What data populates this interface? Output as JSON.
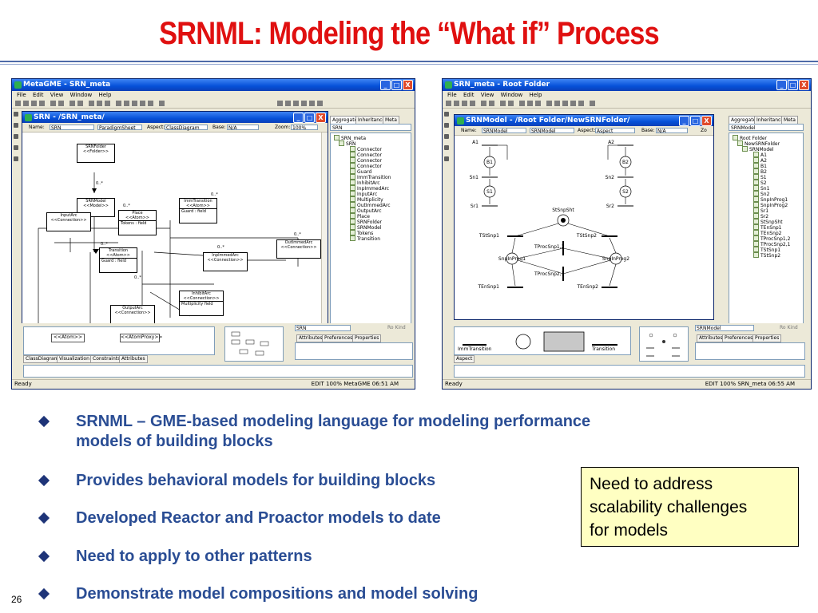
{
  "slide": {
    "title": "SRNML: Modeling the “What if” Process",
    "page_number": "26",
    "bullets": [
      "SRNML – GME-based modeling language for modeling performance",
      "models of building blocks",
      "Provides behavioral models for building blocks",
      "Developed Reactor and Proactor models to date",
      "Need to apply to other patterns",
      "Demonstrate model compositions and model solving"
    ],
    "callout_lines": [
      "Need to address",
      "scalability challenges",
      "for models"
    ]
  },
  "colors": {
    "title": "#e01010",
    "bullet_text": "#2a4d94",
    "callout_bg": "#ffffc2",
    "titlebar": "#0550d8"
  },
  "menu": [
    "File",
    "Edit",
    "View",
    "Window",
    "Help"
  ],
  "window_buttons": {
    "minimize": "_",
    "maximize": "□",
    "close": "X"
  },
  "left_window": {
    "title": "MetaGME - SRN_meta",
    "inner_title": "SRN - /SRN_meta/",
    "props": {
      "name_label": "Name:",
      "name_value": "SRN",
      "kind": "ParadigmSheet",
      "aspect_label": "Aspect:",
      "aspect_value": "ClassDiagram",
      "base_label": "Base:",
      "base_value": "N/A",
      "zoom_label": "Zoom:",
      "zoom_value": "100%"
    },
    "tabs": [
      "Aggregate",
      "Inheritance",
      "Meta"
    ],
    "combo": "SRN",
    "tree_root": "SRN_meta",
    "tree_child": "SRN",
    "tree_items": [
      "Connector",
      "Connector",
      "Connector",
      "Connector",
      "Guard",
      "ImmTransition",
      "InhibitArc",
      "InpImmedArc",
      "InputArc",
      "Multiplicity",
      "OutImmedArc",
      "OutputArc",
      "Place",
      "SRNFolder",
      "SRNModel",
      "Tokens",
      "Transition"
    ],
    "diagram": {
      "srnfolder": [
        "SRNFolder",
        "<<Folder>>"
      ],
      "srnmodel": [
        "SRNModel",
        "<<Model>>"
      ],
      "imm": [
        "ImmTransition",
        "<<Atom>>",
        "Guard :    field"
      ],
      "place": [
        "Place",
        "<<Atom>>",
        "Tokens :    field"
      ],
      "inputarc": [
        "InputArc",
        "<<Connection>>"
      ],
      "transition": [
        "Transition",
        "<<Atom>>",
        "Guard :    field"
      ],
      "inpimmed": [
        "InpImmedArc",
        "<<Connection>>"
      ],
      "outimmed": [
        "OutImmedArc",
        "<<Connection>>"
      ],
      "inhibit": [
        "InhibitArc",
        "<<Connection>>",
        "Multiplicity    field"
      ],
      "outputarc": [
        "OutputArc",
        "<<Connection>>"
      ],
      "mult": "0..*"
    },
    "parts": [
      "<<Atom>>",
      "<<AtomProxy>>"
    ],
    "bottom_tabs": [
      "ClassDiagram",
      "Visualization",
      "Constraints",
      "Attributes"
    ],
    "prop_value": "SRN",
    "readonly": "Ro Kind",
    "prop_tabs": [
      "Attributes",
      "Preferences",
      "Properties"
    ],
    "status_left": "Ready",
    "status_right": "EDIT  100%  MetaGME  06:51   AM"
  },
  "right_window": {
    "title": "SRN_meta - Root Folder",
    "inner_title": "SRNModel - /Root Folder/NewSRNFolder/",
    "props": {
      "name_label": "Name:",
      "name_value": "SRNModel",
      "kind": "SRNModel",
      "aspect_label": "Aspect:",
      "aspect_value": "Aspect",
      "base_label": "Base:",
      "base_value": "N/A",
      "zoom_value": "Zo"
    },
    "tabs": [
      "Aggregate",
      "Inheritance",
      "Meta"
    ],
    "combo": "SRNModel",
    "tree_root": "Root Folder",
    "tree_child": "NewSRNFolder",
    "tree_grand": "SRNModel",
    "tree_items": [
      "A1",
      "A2",
      "B1",
      "B2",
      "S1",
      "S2",
      "Sn1",
      "Sn2",
      "SnpInProg1",
      "SnpInProg2",
      "Sr1",
      "Sr2",
      "StSnpSht",
      "TEnSnp1",
      "TEnSnp2",
      "TProcSnp1,2",
      "TProcSnp2,1",
      "TStSnp1",
      "TStSnp2"
    ],
    "petri": {
      "A1": "A1",
      "A2": "A2",
      "B1": "B1",
      "B2": "B2",
      "S1": "S1",
      "S2": "S2",
      "Sn1": "Sn1",
      "Sn2": "Sn2",
      "Sr1": "Sr1",
      "Sr2": "Sr2",
      "StSnpSht": "StSnpSht",
      "TStSnp1": "TStSnp1",
      "TStSnp2": "TStSnp2",
      "SnpInProg1": "SnpInProg1",
      "SnpInProg2": "SnpInProg2",
      "TProcSnp12": "TProcSnp1,2",
      "TProcSnp21": "TProcSnp2,1",
      "TEnSnp1": "TEnSnp1",
      "TEnSnp2": "TEnSnp2"
    },
    "parts": [
      "ImmTransition",
      "Transition"
    ],
    "bottom_tabs": [
      "Aspect"
    ],
    "prop_value": "SRNModel",
    "readonly": "Ro Kind",
    "prop_tabs": [
      "Attributes",
      "Preferences",
      "Properties"
    ],
    "status_left": "Ready",
    "status_right": "EDIT  100%  SRN_meta  06:55  AM"
  }
}
